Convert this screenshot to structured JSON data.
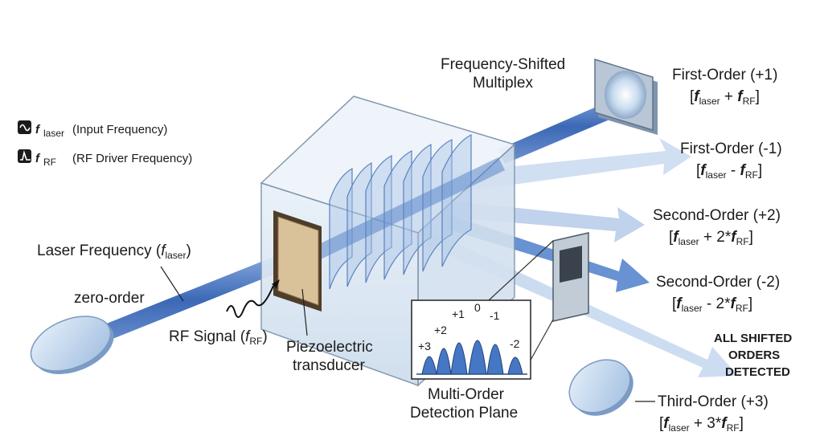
{
  "legend": [
    {
      "icon": "sine-wave-icon",
      "symbol": "f",
      "sub": "laser",
      "desc": "(Input Frequency)"
    },
    {
      "icon": "pulse-icon",
      "symbol": "f",
      "sub": "RF",
      "desc": "(RF Driver Frequency)"
    }
  ],
  "labels": {
    "laser_frequency": {
      "pre": "Laser Frequency (",
      "sym": "f",
      "sub": "laser",
      "post": ")"
    },
    "zero_order": "zero-order",
    "rf_signal": {
      "pre": "RF Signal (",
      "sym": "f",
      "sub": "RF",
      "post": ")"
    },
    "piezo_line1": "Piezoelectric",
    "piezo_line2": "transducer",
    "multiplex_line1": "Frequency-Shifted",
    "multiplex_line2": "Multiplex",
    "detection_line1": "Multi-Order",
    "detection_line2": "Detection Plane",
    "all_shifted_line1": "ALL SHIFTED",
    "all_shifted_line2": "ORDERS",
    "all_shifted_line3": "DETECTED"
  },
  "orders": [
    {
      "title": "First-Order (+1)",
      "sym1": "f",
      "sub1": "laser",
      "op": " + ",
      "coef": "",
      "sym2": "f",
      "sub2": "RF"
    },
    {
      "title": "First-Order (-1)",
      "sym1": "f",
      "sub1": "laser",
      "op": " - ",
      "coef": "",
      "sym2": "f",
      "sub2": "RF"
    },
    {
      "title": "Second-Order (+2)",
      "sym1": "f",
      "sub1": "laser",
      "op": " + ",
      "coef": "2*",
      "sym2": "f",
      "sub2": "RF"
    },
    {
      "title": "Second-Order (-2)",
      "sym1": "f",
      "sub1": "laser",
      "op": " - ",
      "coef": "2*",
      "sym2": "f",
      "sub2": "RF"
    },
    {
      "title": "Third-Order (+3)",
      "sym1": "f",
      "sub1": "laser",
      "op": " + ",
      "coef": "3*",
      "sym2": "f",
      "sub2": "RF"
    }
  ],
  "peaks": [
    "+3",
    "+2",
    "+1",
    "0",
    "-1",
    "-2"
  ],
  "colors": {
    "beam": "#4a78c2",
    "beam_light": "#b9cfea",
    "crystal": "#dde9f5",
    "transducer": "#d9c29a"
  }
}
